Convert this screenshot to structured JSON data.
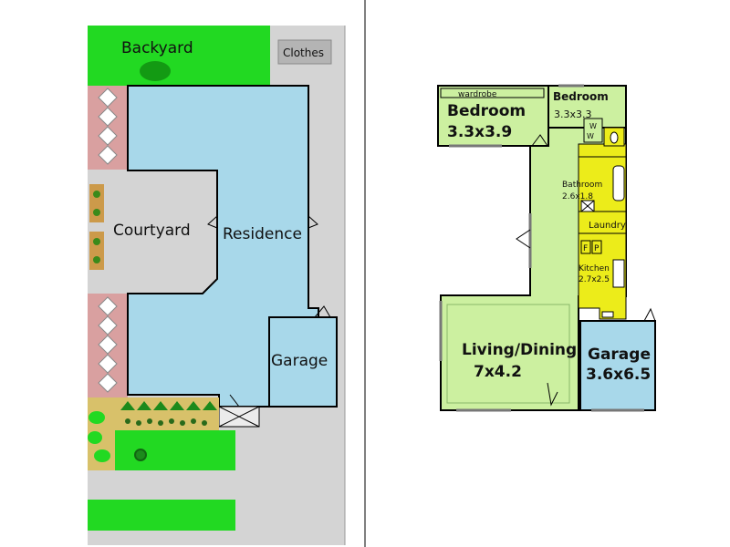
{
  "site_plan": {
    "backyard": "Backyard",
    "clothes": "Clothes",
    "courtyard": "Courtyard",
    "residence": "Residence",
    "garage": "Garage"
  },
  "floor_plan": {
    "wardrobe": "wardrobe",
    "bedroom1_name": "Bedroom",
    "bedroom1_size": "3.3x3.9",
    "bedroom2_name": "Bedroom",
    "bedroom2_size": "3.3x3.3",
    "ww_top": "W",
    "ww_bottom": "W",
    "bathroom_name": "Bathroom",
    "bathroom_size": "2.6x1.8",
    "laundry": "Laundry",
    "f": "F",
    "p": "P",
    "kitchen_name": "Kitchen",
    "kitchen_size": "2.7x2.5",
    "living_name": "Living/Dining",
    "living_size": "7x4.2",
    "garage_name": "Garage",
    "garage_size": "3.6x6.5"
  },
  "colors": {
    "lawn": "#22d922",
    "residence": "#a8d8ea",
    "paving": "#d4d4d4",
    "garden_bed": "#d9a0a0",
    "floor_green": "#ccf0a0",
    "floor_yellow": "#ecec1a",
    "floor_garage": "#a8d8ea"
  }
}
